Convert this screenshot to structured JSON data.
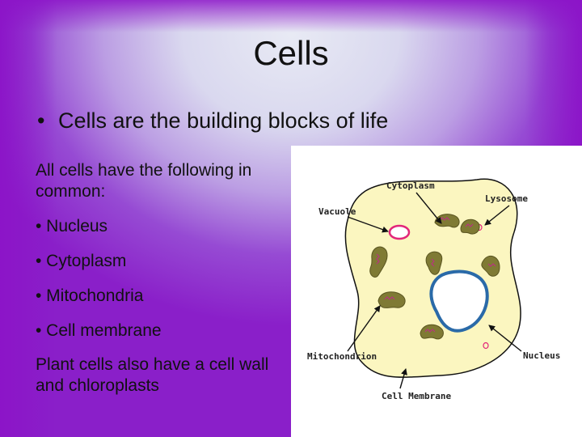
{
  "slide": {
    "title": "Cells",
    "bullet": "Cells are the building blocks of life",
    "intro": "All cells have the following in common:",
    "items": [
      "• Nucleus",
      "• Cytoplasm",
      "• Mitochondria",
      "• Cell membrane"
    ],
    "footer": "Plant cells also have a cell wall and chloroplasts"
  },
  "diagram": {
    "labels": {
      "cytoplasm": "Cytoplasm",
      "lysosome": "Lysosome",
      "vacuole": "Vacuole",
      "mitochondrion": "Mitochondrion",
      "nucleus": "Nucleus",
      "cell_membrane": "Cell Membrane"
    },
    "colors": {
      "cytoplasm_fill": "#fbf6c0",
      "mitochondria_fill": "#7f7a34",
      "nucleus_stroke": "#2a6aa8",
      "vacuole_stroke": "#e2267a"
    }
  }
}
